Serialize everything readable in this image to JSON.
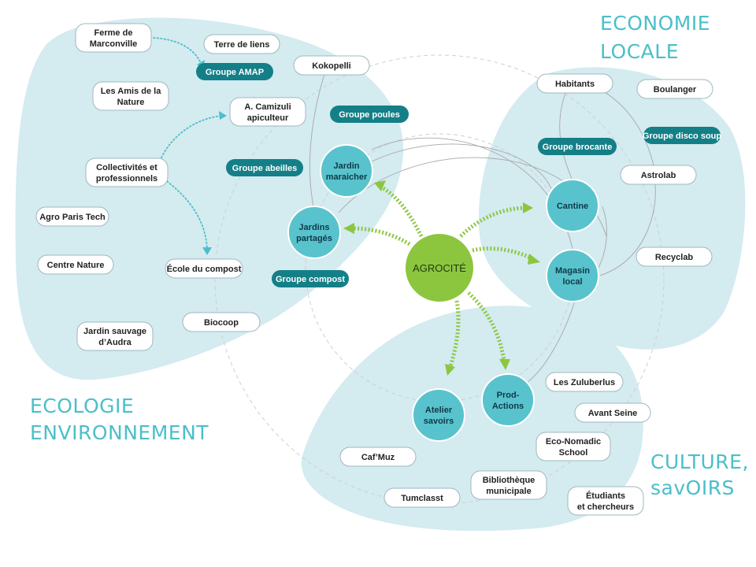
{
  "colors": {
    "region_fill": "#d4ebf0",
    "title_color": "#4bbfc9",
    "group_fill": "#147f87",
    "project_fill": "#58c3cc",
    "core_fill": "#8cc63f"
  },
  "core": {
    "label": "AGROCITÉ"
  },
  "regions": {
    "ecology": {
      "line1": "ECOLOGIE",
      "line2": "ENVIRONNEMENT"
    },
    "economy": {
      "line1": "ECONOMIE",
      "line2": "LOCALE"
    },
    "culture": {
      "line1": "CULTURE,",
      "line2": "savOIRS"
    }
  },
  "projects": [
    {
      "id": "jardin-maraicher",
      "lines": [
        "Jardin",
        "maraicher"
      ]
    },
    {
      "id": "jardins-partages",
      "lines": [
        "Jardins",
        "partagés"
      ]
    },
    {
      "id": "cantine",
      "lines": [
        "Cantine"
      ]
    },
    {
      "id": "magasin-local",
      "lines": [
        "Magasin",
        "local"
      ]
    },
    {
      "id": "prod-actions",
      "lines": [
        "Prod-",
        "Actions"
      ]
    },
    {
      "id": "atelier-savoirs",
      "lines": [
        "Atelier",
        "savoirs"
      ]
    }
  ],
  "groups": [
    {
      "id": "groupe-amap",
      "label": "Groupe AMAP"
    },
    {
      "id": "groupe-poules",
      "label": "Groupe poules"
    },
    {
      "id": "groupe-abeilles",
      "label": "Groupe abeilles"
    },
    {
      "id": "groupe-compost",
      "label": "Groupe compost"
    },
    {
      "id": "groupe-brocante",
      "label": "Groupe brocante"
    },
    {
      "id": "groupe-disco-soup",
      "label": "Groupe disco soup"
    }
  ],
  "partners": [
    {
      "id": "ferme-de-marconville",
      "lines": [
        "Ferme de",
        "Marconville"
      ]
    },
    {
      "id": "terre-de-liens",
      "lines": [
        "Terre de liens"
      ]
    },
    {
      "id": "kokopelli",
      "lines": [
        "Kokopelli"
      ]
    },
    {
      "id": "les-amis-de-la-nature",
      "lines": [
        "Les Amis de la",
        "Nature"
      ]
    },
    {
      "id": "camizuli-apiculteur",
      "lines": [
        "A. Camizuli",
        "apiculteur"
      ]
    },
    {
      "id": "collectivites-professionnels",
      "lines": [
        "Collectivités et",
        "professionnels"
      ]
    },
    {
      "id": "agro-paris-tech",
      "lines": [
        "Agro Paris Tech"
      ]
    },
    {
      "id": "centre-nature",
      "lines": [
        "Centre Nature"
      ]
    },
    {
      "id": "ecole-du-compost",
      "lines": [
        "École du compost"
      ]
    },
    {
      "id": "biocoop",
      "lines": [
        "Biocoop"
      ]
    },
    {
      "id": "jardin-sauvage-audra",
      "lines": [
        "Jardin sauvage",
        "d’Audra"
      ]
    },
    {
      "id": "habitants",
      "lines": [
        "Habitants"
      ]
    },
    {
      "id": "boulanger",
      "lines": [
        "Boulanger"
      ]
    },
    {
      "id": "astrolab",
      "lines": [
        "Astrolab"
      ]
    },
    {
      "id": "recyclab",
      "lines": [
        "Recyclab"
      ]
    },
    {
      "id": "les-zuluberlus",
      "lines": [
        "Les Zuluberlus"
      ]
    },
    {
      "id": "avant-seine",
      "lines": [
        "Avant Seine"
      ]
    },
    {
      "id": "eco-nomadic-school",
      "lines": [
        "Eco-Nomadic",
        "School"
      ]
    },
    {
      "id": "cafmuz",
      "lines": [
        "Caf’Muz"
      ]
    },
    {
      "id": "bibliotheque-municipale",
      "lines": [
        "Bibliothèque",
        "municipale"
      ]
    },
    {
      "id": "tumclasst",
      "lines": [
        "Tumclasst"
      ]
    },
    {
      "id": "etudiants-chercheurs",
      "lines": [
        "Étudiants",
        "et chercheurs"
      ]
    }
  ]
}
